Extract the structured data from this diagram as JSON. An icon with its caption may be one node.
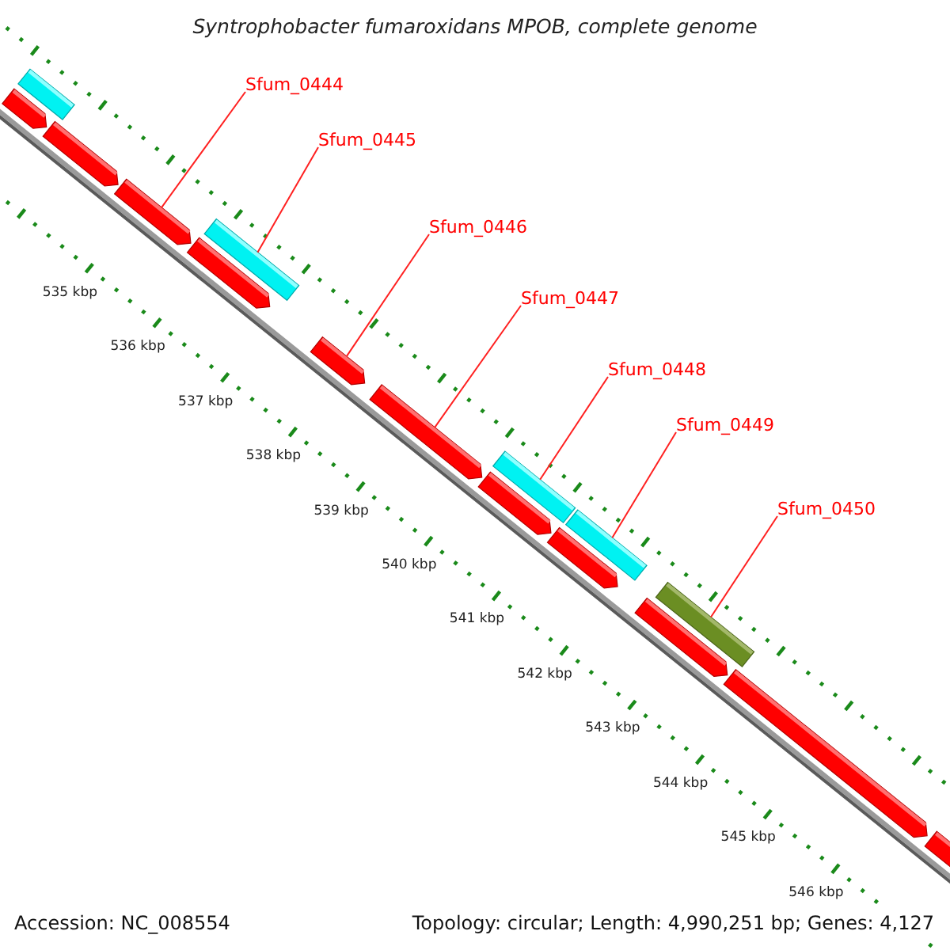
{
  "diagram": {
    "title": "Syntrophobacter fumaroxidans MPOB, complete genome",
    "nodes": [
      {
        "text": [
          "Sfum_0444"
        ]
      },
      {
        "text": [
          "Sfum_0445"
        ]
      },
      {
        "text": [
          "Sfum_0446"
        ]
      },
      {
        "text": [
          "Sfum_0447"
        ]
      },
      {
        "text": [
          "Sfum_0448"
        ]
      },
      {
        "text": [
          "Sfum_0449"
        ]
      },
      {
        "text": [
          "Sfum_0450"
        ]
      },
      {
        "text": [],
        "shape": "arrow"
      },
      {
        "text": [],
        "shape": "bar"
      },
      {
        "text": [],
        "shape": "arrow"
      },
      {
        "text": [],
        "shape": "arrow"
      },
      {
        "text": [],
        "shape": "arrow"
      },
      {
        "text": [],
        "shape": "bar"
      },
      {
        "text": [],
        "shape": "arrow"
      },
      {
        "text": [],
        "shape": "arrow"
      },
      {
        "text": [],
        "shape": "arrow"
      },
      {
        "text": [],
        "shape": "bar"
      },
      {
        "text": [],
        "shape": "arrow"
      },
      {
        "text": [],
        "shape": "bar"
      },
      {
        "text": [],
        "shape": "arrow"
      },
      {
        "text": [],
        "shape": "bar"
      },
      {
        "text": [],
        "shape": "arrow"
      },
      {
        "text": [],
        "shape": "arrow"
      }
    ],
    "edges": [
      {
        "from": 0,
        "to": 10,
        "arrow": "none"
      },
      {
        "from": 1,
        "to": 12,
        "arrow": "none"
      },
      {
        "from": 2,
        "to": 13,
        "arrow": "none"
      },
      {
        "from": 3,
        "to": 14,
        "arrow": "none"
      },
      {
        "from": 4,
        "to": 16,
        "arrow": "none"
      },
      {
        "from": 5,
        "to": 18,
        "arrow": "none"
      },
      {
        "from": 6,
        "to": 20,
        "arrow": "none"
      }
    ],
    "labels": [
      "535 kbp",
      "536 kbp",
      "537 kbp",
      "538 kbp",
      "539 kbp",
      "540 kbp",
      "541 kbp",
      "542 kbp",
      "543 kbp",
      "544 kbp",
      "545 kbp",
      "546 kbp",
      "Accession: NC_008554",
      "Topology: circular; Length: 4,990,251 bp; Genes: 4,127"
    ]
  }
}
